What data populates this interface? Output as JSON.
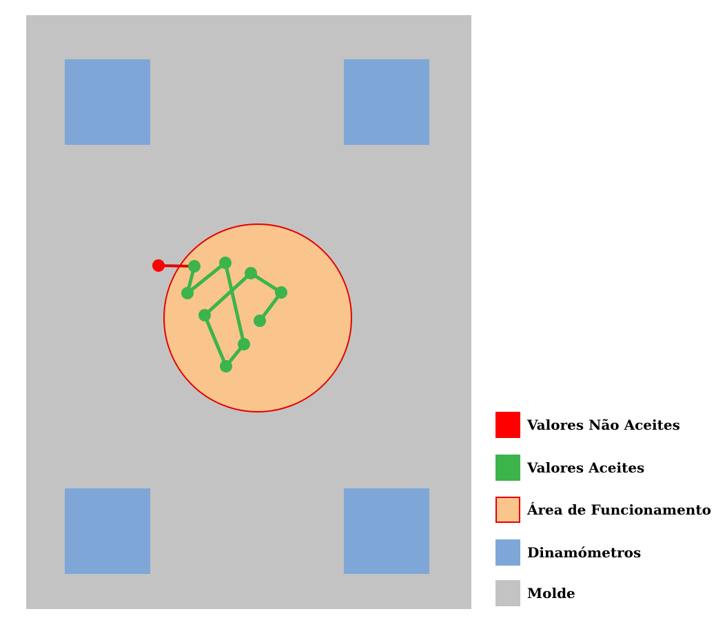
{
  "colors": {
    "mold": "#c3c3c3",
    "dynamometer": "#7ea7d8",
    "area_fill": "#f9c58c",
    "area_border": "#e60000",
    "accepted": "#3cb44b",
    "rejected": "#ff0000"
  },
  "legend": [
    {
      "key": "rejected",
      "label": "Valores Não Aceites",
      "swatch": "rejected"
    },
    {
      "key": "accepted",
      "label": "Valores Aceites",
      "swatch": "accepted"
    },
    {
      "key": "area",
      "label": "Área de Funcionamento",
      "swatch": "area"
    },
    {
      "key": "dynamometers",
      "label": "Dinamómetros",
      "swatch": "dynamometer"
    },
    {
      "key": "mold",
      "label": "Molde",
      "swatch": "mold"
    }
  ]
}
